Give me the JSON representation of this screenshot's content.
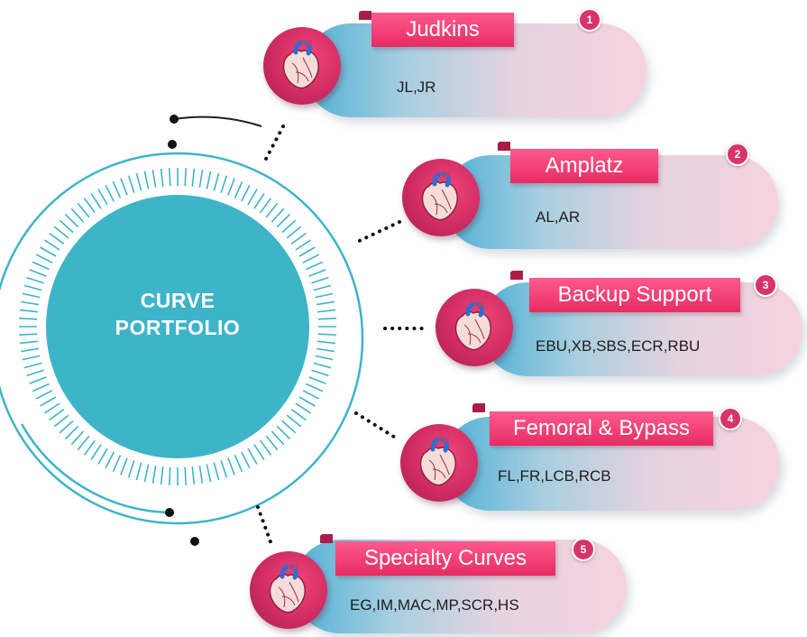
{
  "center": {
    "title_line1": "CURVE",
    "title_line2": "PORTFOLIO"
  },
  "categories": [
    {
      "number": "1",
      "name": "Judkins",
      "codes": "JL,JR"
    },
    {
      "number": "2",
      "name": "Amplatz",
      "codes": "AL,AR"
    },
    {
      "number": "3",
      "name": "Backup Support",
      "codes": "EBU,XB,SBS,ECR,RBU"
    },
    {
      "number": "4",
      "name": "Femoral & Bypass",
      "codes": "FL,FR,LCB,RCB"
    },
    {
      "number": "5",
      "name": "Specialty Curves",
      "codes": "EG,IM,MAC,MP,SCR,HS"
    }
  ],
  "colors": {
    "center_circle": "#3eb4c9",
    "ring": "#3eb4c9",
    "tag": "#e62c62",
    "heart_badge": "#d02c63"
  },
  "icons": {
    "heart": "anatomical-heart-icon"
  }
}
